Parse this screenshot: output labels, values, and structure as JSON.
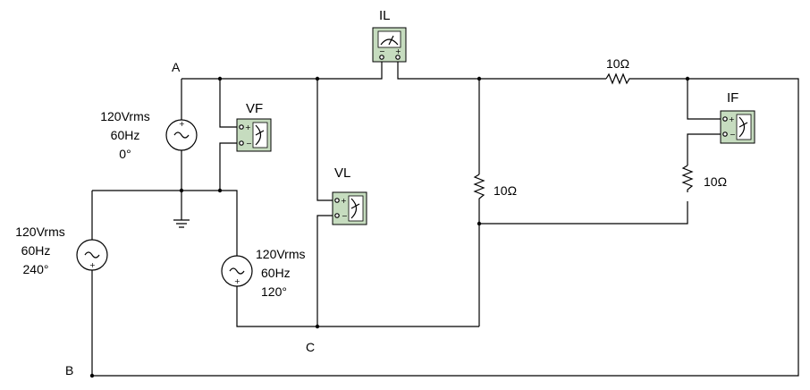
{
  "nodes": {
    "a": "A",
    "b": "B",
    "c": "C"
  },
  "meters": {
    "il": "IL",
    "vf": "VF",
    "vl": "VL",
    "if": "IF"
  },
  "sources": {
    "src_a": {
      "voltage": "120Vrms",
      "freq": "60Hz",
      "phase": "0°"
    },
    "src_b": {
      "voltage": "120Vrms",
      "freq": "60Hz",
      "phase": "240°"
    },
    "src_c": {
      "voltage": "120Vrms",
      "freq": "60Hz",
      "phase": "120°"
    }
  },
  "resistors": {
    "r_top": "10Ω",
    "r_mid": "10Ω",
    "r_right": "10Ω"
  }
}
